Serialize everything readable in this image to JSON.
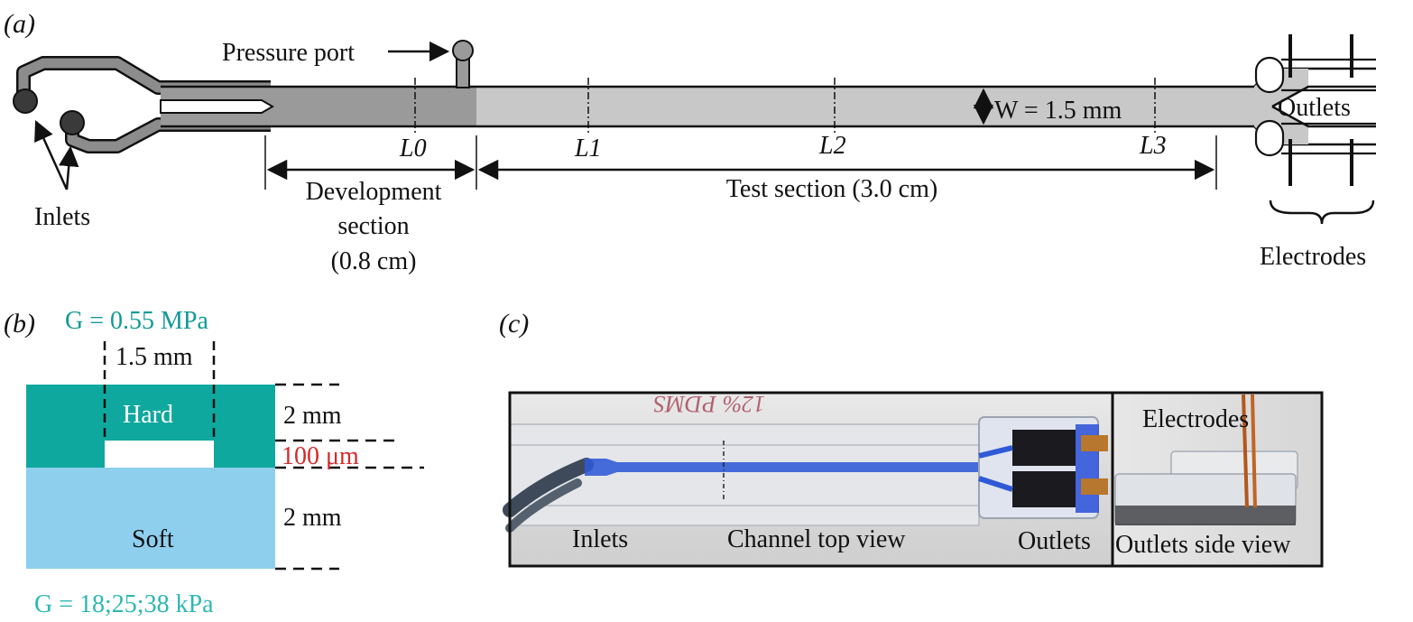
{
  "panel_a": {
    "label": "(a)",
    "pressure_port": "Pressure port",
    "inlets": "Inlets",
    "outlets": "Outlets",
    "electrodes": "Electrodes",
    "width_label": "W = 1.5 mm",
    "positions": [
      "L0",
      "L1",
      "L2",
      "L3"
    ],
    "development_section": [
      "Development",
      "section",
      "(0.8 cm)"
    ],
    "test_section": "Test section (3.0 cm)",
    "colors": {
      "channel_dark": "#9a9a9a",
      "channel_light": "#c8c8c8",
      "inlet_line": "#8c8c8c",
      "port_dot": "#3a3a3a"
    }
  },
  "panel_b": {
    "label": "(b)",
    "g_hard": "G = 0.55 MPa",
    "width": "1.5 mm",
    "hard": "Hard",
    "soft": "Soft",
    "thickness_top": "2 mm",
    "gap": "100  μm",
    "thickness_bottom": "2 mm",
    "g_soft": "G = 18;25;38 kPa",
    "colors": {
      "hard": "#0fa89f",
      "soft": "#8ecfee",
      "g_hard_text": "#129a96",
      "g_soft_text": "#2cb8b4",
      "gap_text": "#d62a2a"
    }
  },
  "panel_c": {
    "label": "(c)",
    "handwriting": "12% PDMS",
    "inlets": "Inlets",
    "channel_top_view": "Channel top view",
    "outlets": "Outlets",
    "electrodes": "Electrodes",
    "outlets_side_view": "Outlets side view"
  }
}
